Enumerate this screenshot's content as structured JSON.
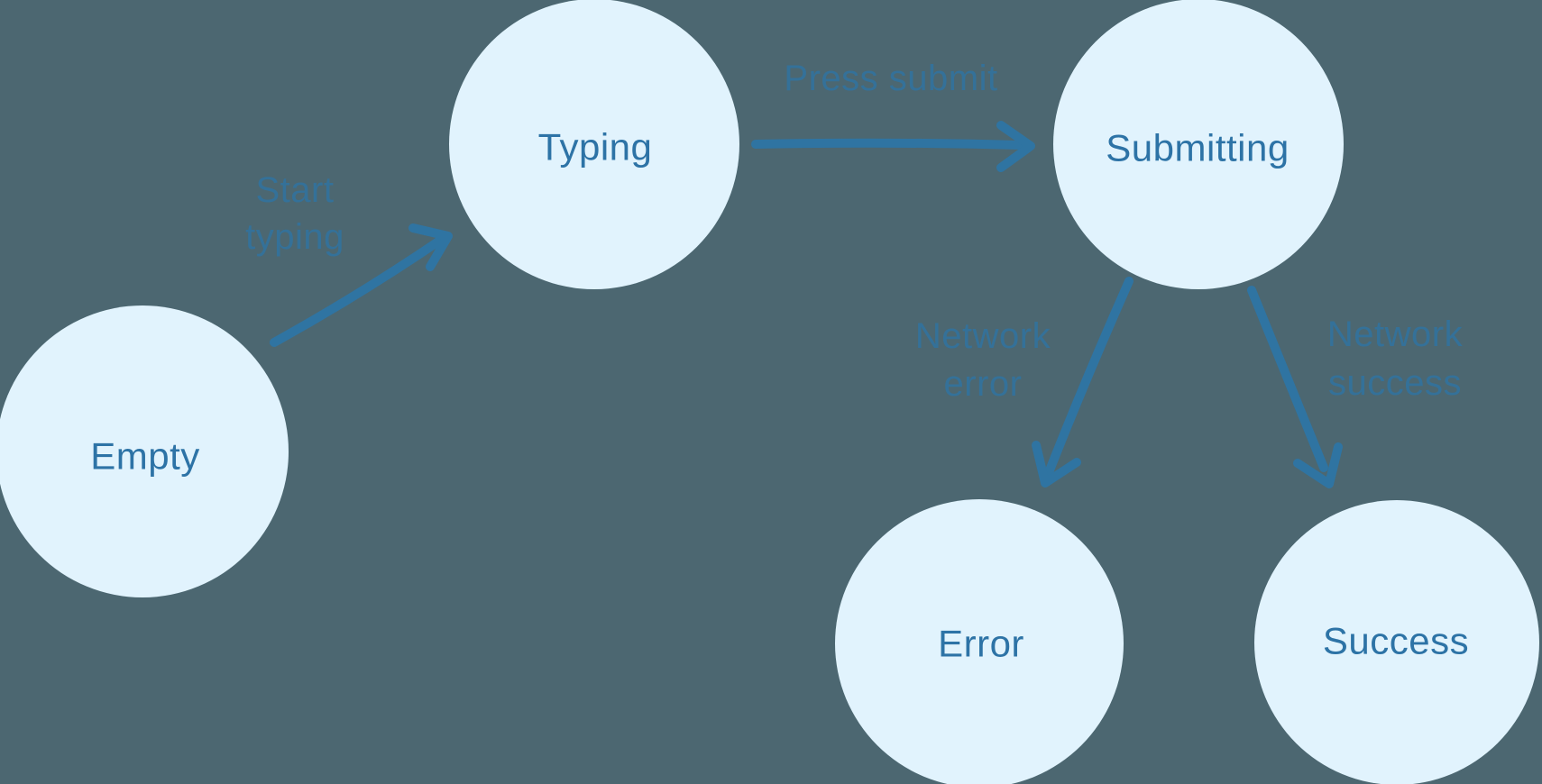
{
  "diagram": {
    "type": "state-machine",
    "colors": {
      "background": "#4c6771",
      "node_fill": "#e1f3fd",
      "node_label": "#2d73a6",
      "edge": "#2f74a2",
      "edge_label": "#2f74a2"
    },
    "nodes": [
      {
        "id": "empty",
        "label": "Empty"
      },
      {
        "id": "typing",
        "label": "Typing"
      },
      {
        "id": "submitting",
        "label": "Submitting"
      },
      {
        "id": "error",
        "label": "Error"
      },
      {
        "id": "success",
        "label": "Success"
      }
    ],
    "edges": [
      {
        "from": "empty",
        "to": "typing",
        "label": "Start typing",
        "label_lines": [
          "Start",
          "typing"
        ]
      },
      {
        "from": "typing",
        "to": "submitting",
        "label": "Press submit",
        "label_lines": [
          "Press submit"
        ]
      },
      {
        "from": "submitting",
        "to": "error",
        "label": "Network error",
        "label_lines": [
          "Network",
          "error"
        ]
      },
      {
        "from": "submitting",
        "to": "success",
        "label": "Network success",
        "label_lines": [
          "Network",
          "success"
        ]
      }
    ]
  }
}
